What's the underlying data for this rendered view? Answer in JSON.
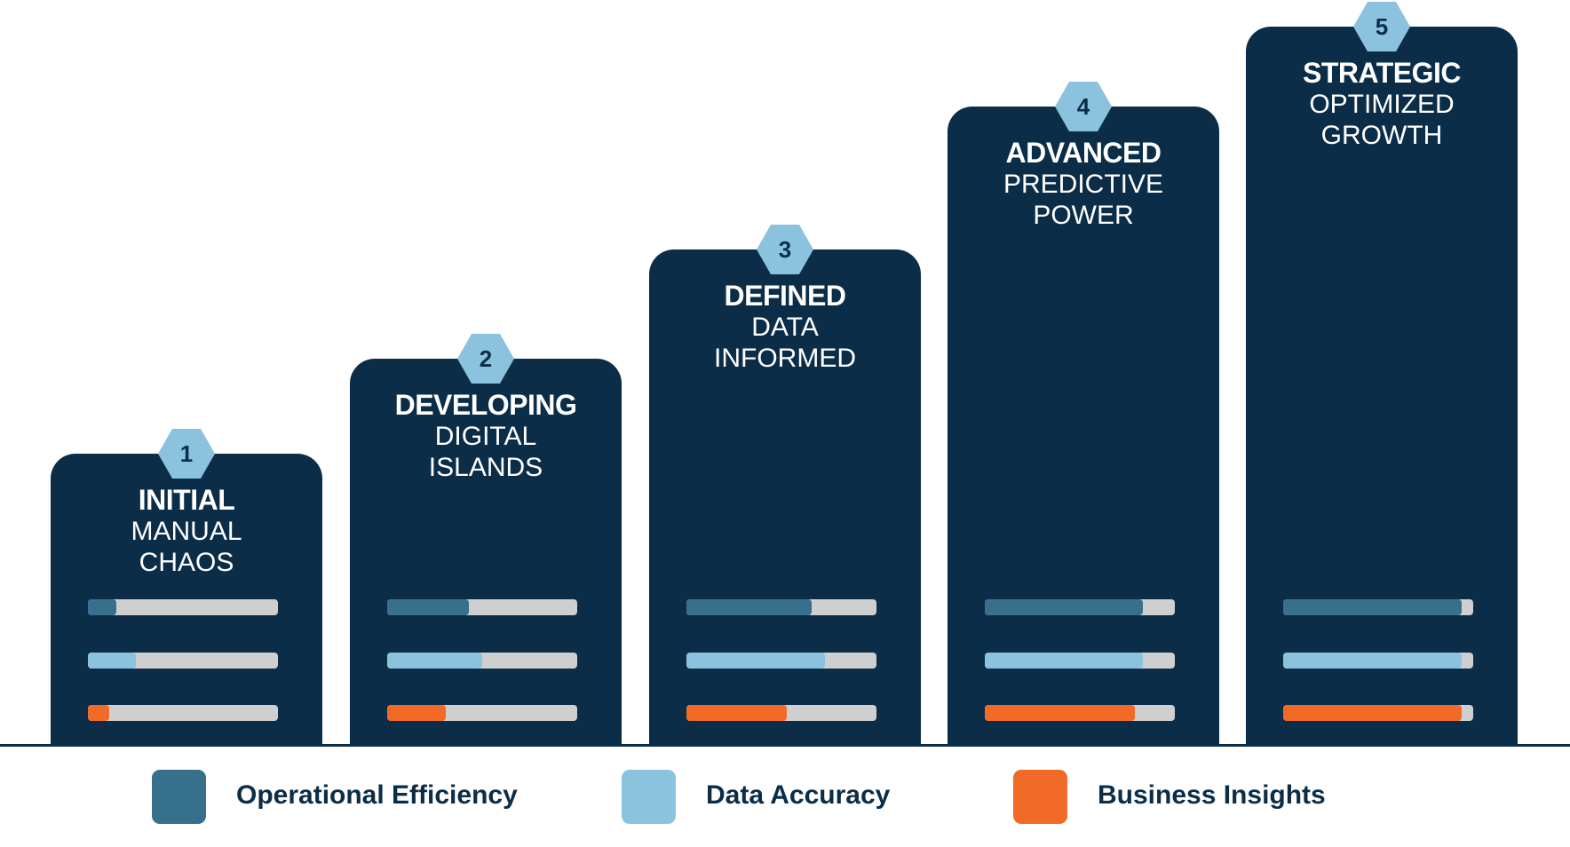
{
  "chart_data": {
    "type": "bar",
    "title": "",
    "description": "Five-stage data maturity staircase; each stage shows three progress indicators",
    "categories": [
      "Initial",
      "Developing",
      "Defined",
      "Advanced",
      "Strategic"
    ],
    "stages": [
      {
        "number": "1",
        "title": "INITIAL",
        "subtitle_lines": [
          "MANUAL",
          "CHAOS"
        ],
        "values": [
          15,
          25,
          11
        ]
      },
      {
        "number": "2",
        "title": "DEVELOPING",
        "subtitle_lines": [
          "DIGITAL",
          "ISLANDS"
        ],
        "values": [
          43,
          50,
          31
        ]
      },
      {
        "number": "3",
        "title": "DEFINED",
        "subtitle_lines": [
          "DATA",
          "INFORMED"
        ],
        "values": [
          66,
          73,
          53
        ]
      },
      {
        "number": "4",
        "title": "ADVANCED",
        "subtitle_lines": [
          "PREDICTIVE",
          "POWER"
        ],
        "values": [
          83,
          83,
          79
        ]
      },
      {
        "number": "5",
        "title": "STRATEGIC",
        "subtitle_lines": [
          "OPTIMIZED",
          "GROWTH"
        ],
        "values": [
          94,
          94,
          94
        ]
      }
    ],
    "series": [
      {
        "name": "Operational Efficiency",
        "color": "#37708c",
        "values": [
          15,
          43,
          66,
          83,
          94
        ]
      },
      {
        "name": "Data Accuracy",
        "color": "#8bc3de",
        "values": [
          25,
          50,
          73,
          83,
          94
        ]
      },
      {
        "name": "Business Insights",
        "color": "#f26a27",
        "values": [
          11,
          31,
          53,
          79,
          94
        ]
      }
    ],
    "value_unit": "percent",
    "ylim": [
      0,
      100
    ],
    "legend_position": "bottom",
    "grid": false
  },
  "colors": {
    "card": "#0b2d47",
    "hexagon": "#8bc3de",
    "track": "#cfcfcf",
    "text_light": "#ffffff",
    "text_dark": "#0b2d47"
  },
  "legend": [
    {
      "label": "Operational Efficiency",
      "color": "#37708c"
    },
    {
      "label": "Data Accuracy",
      "color": "#8bc3de"
    },
    {
      "label": "Business Insights",
      "color": "#f26a27"
    }
  ]
}
